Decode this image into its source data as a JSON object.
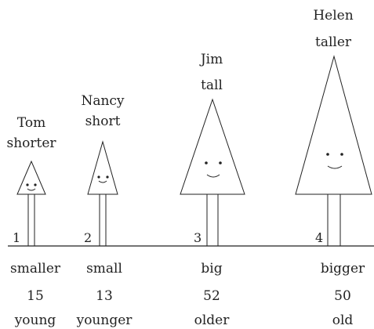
{
  "figures": [
    {
      "id": "tom",
      "name": "Tom",
      "height_word": "shorter",
      "number": "1",
      "size_word": "smaller",
      "age": "15",
      "age_word": "young"
    },
    {
      "id": "nancy",
      "name": "Nancy",
      "height_word": "short",
      "number": "2",
      "size_word": "small",
      "age": "13",
      "age_word": "younger"
    },
    {
      "id": "jim",
      "name": "Jim",
      "height_word": "tall",
      "number": "3",
      "size_word": "big",
      "age": "52",
      "age_word": "older"
    },
    {
      "id": "helen",
      "name": "Helen",
      "height_word": "taller",
      "number": "4",
      "size_word": "bigger",
      "age": "50",
      "age_word": "old"
    }
  ],
  "colors": {
    "ink": "#222222",
    "background": "#ffffff"
  }
}
